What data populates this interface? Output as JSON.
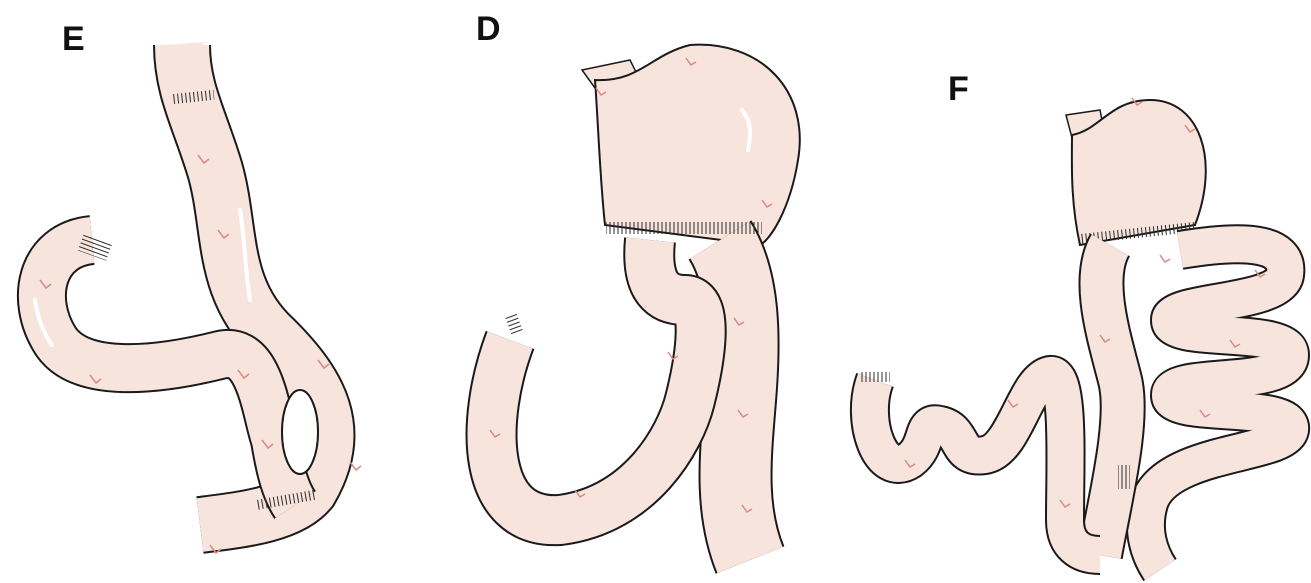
{
  "panels": [
    {
      "label": "E"
    },
    {
      "label": "D"
    },
    {
      "label": "F"
    }
  ],
  "colors": {
    "organ_fill": "#f7e4dc",
    "organ_highlight": "#ffffff",
    "outline": "#1a1a1a",
    "vessel": "#d98a84",
    "suture": "#2b2b2b"
  }
}
